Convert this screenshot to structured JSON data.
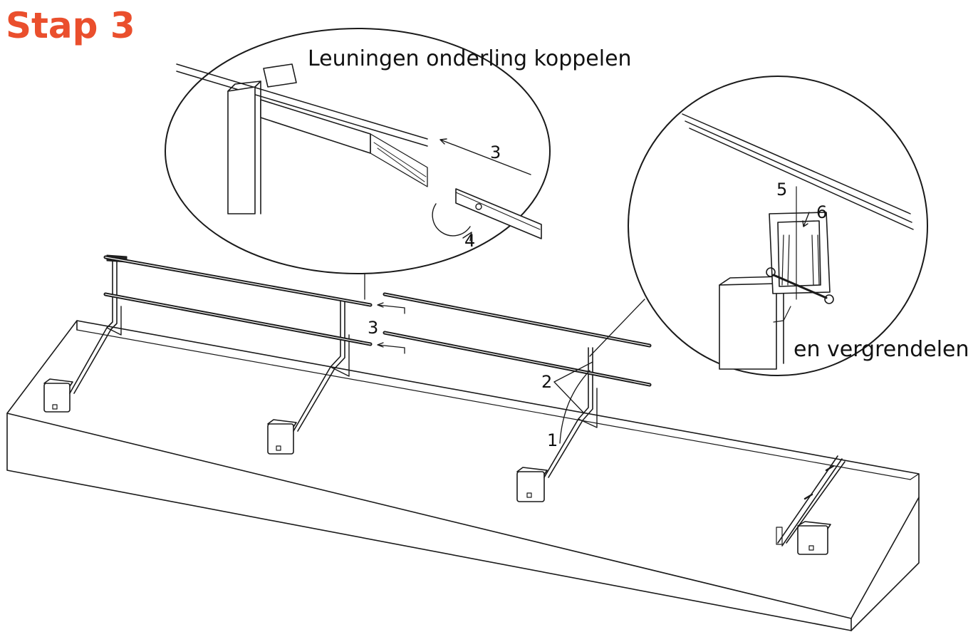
{
  "step_title": "Stap 3",
  "accent_color": "#ea4f2d",
  "line_color": "#1a1a1a",
  "callouts": {
    "couple_rails": "Leuningen onderling koppelen",
    "lock": "en vergrendelen"
  },
  "markers": {
    "rail_slide": "3",
    "rotate": "4",
    "press": "5",
    "latch": "6",
    "main_gap": "3",
    "upright": "2",
    "base": "1"
  }
}
